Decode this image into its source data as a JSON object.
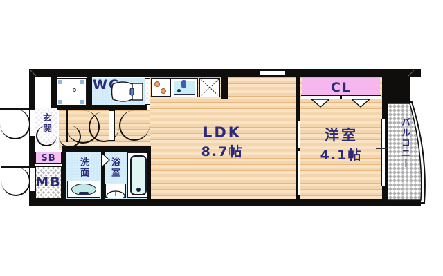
{
  "plan": {
    "title": "apartment-floor-plan",
    "unit_suffix": "帖",
    "colors": {
      "wall": "#100d0d",
      "wood_floor": "#f7dfbd",
      "tile_floor": "#cfeaf8",
      "closet_pink": "#f6b6ee",
      "text_navy": "#2b2b7a",
      "balcony_hatch": "#b8b8b8",
      "tub_cyan": "#dff6f2",
      "burner_orange": "#f0a06a"
    },
    "rooms": [
      {
        "id": "ldk",
        "name": "LDK",
        "area": "8.7帖",
        "floor": "wood"
      },
      {
        "id": "washitsu",
        "name": "洋室",
        "area": "4.1帖",
        "floor": "wood"
      },
      {
        "id": "closet",
        "name": "CL",
        "area": "",
        "floor": "pink"
      },
      {
        "id": "balcony",
        "name": "バルコニー",
        "area": "",
        "floor": "hatch"
      },
      {
        "id": "wc",
        "name": "WC",
        "area": "",
        "floor": "tile"
      },
      {
        "id": "senmen",
        "name": "洗面",
        "area": "",
        "floor": "tile"
      },
      {
        "id": "yokushitsu",
        "name": "浴室",
        "area": "",
        "floor": "tile"
      },
      {
        "id": "genkan",
        "name": "玄関",
        "area": "",
        "floor": "hatch-light"
      },
      {
        "id": "sb",
        "name": "SB",
        "area": "",
        "floor": "pink"
      },
      {
        "id": "mb",
        "name": "MB",
        "area": "",
        "floor": "hatch"
      }
    ],
    "fixtures": [
      {
        "id": "washer-space",
        "name": "washing-machine-space"
      },
      {
        "id": "toilet",
        "name": "toilet-fixture"
      },
      {
        "id": "stove",
        "name": "cooktop-two-burner"
      },
      {
        "id": "sink",
        "name": "kitchen-sink"
      },
      {
        "id": "cabinet",
        "name": "storage-cabinet-x"
      },
      {
        "id": "bathtub",
        "name": "bathtub"
      },
      {
        "id": "vanity",
        "name": "vanity-basin"
      },
      {
        "id": "shower-basin",
        "name": "shower-floor-basin"
      }
    ],
    "openings": [
      {
        "id": "entry-door",
        "name": "entrance-door"
      },
      {
        "id": "mb-door",
        "name": "meter-box-door"
      },
      {
        "id": "ldk-window-top",
        "name": "ldk-top-window"
      },
      {
        "id": "ldk-bedroom-sd",
        "name": "ldk-bedroom-sliding-door"
      },
      {
        "id": "balcony-sd",
        "name": "balcony-sliding-door"
      }
    ]
  }
}
